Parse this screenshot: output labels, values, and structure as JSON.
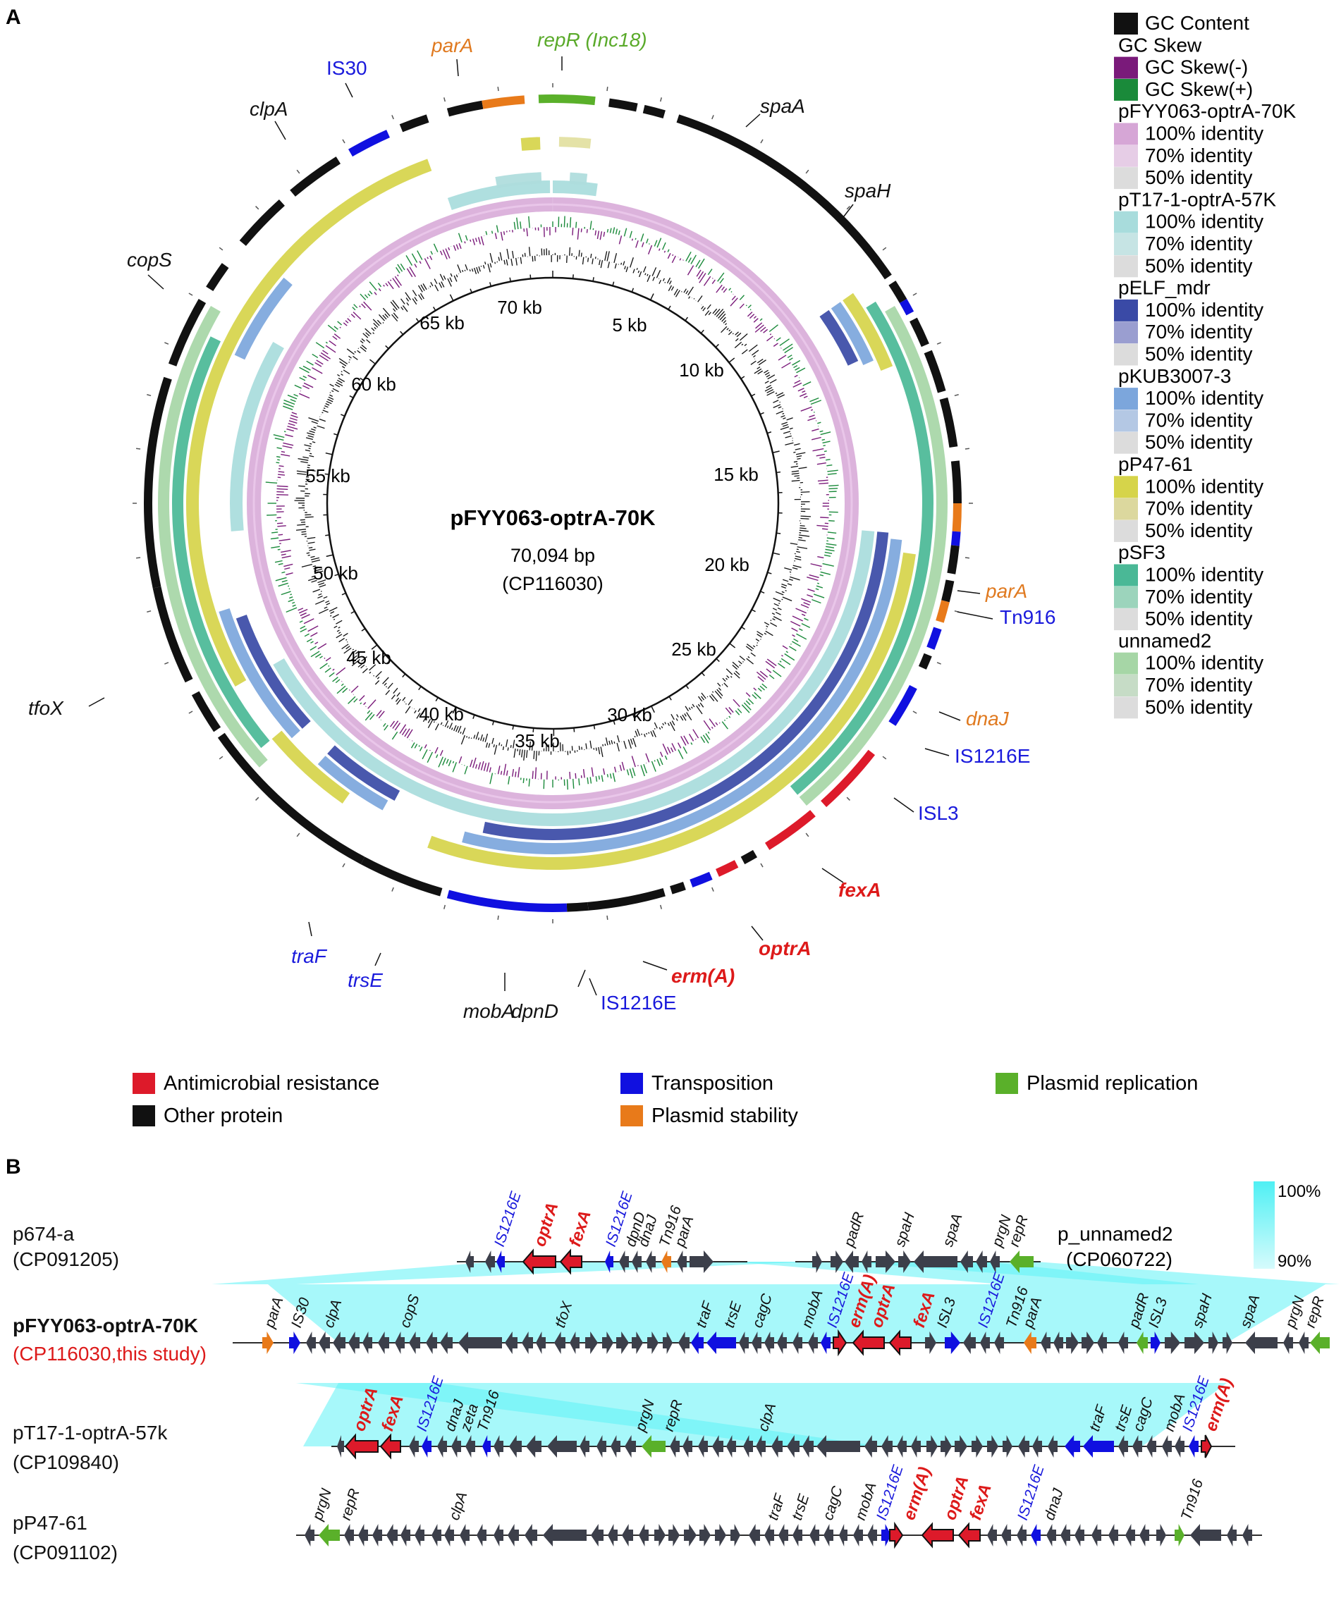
{
  "panel_a": {
    "letter": "A",
    "title": "pFYY063-optrA-70K",
    "length": "70,094 bp",
    "accession": "(CP116030)",
    "kb_labels": [
      "70 kb",
      "5 kb",
      "10 kb",
      "15 kb",
      "20 kb",
      "25 kb",
      "30 kb",
      "35 kb",
      "40 kb",
      "45 kb",
      "50 kb",
      "55 kb",
      "60 kb",
      "65 kb"
    ],
    "gene_labels": [
      {
        "text": "repR",
        "suffix": " (Inc18)",
        "color": "#5aaa2a",
        "italic": true
      },
      {
        "text": "parA",
        "suffix": "",
        "color": "#e07a20",
        "italic": true
      },
      {
        "text": "IS30",
        "suffix": "",
        "color": "#1a1adc",
        "italic": false
      },
      {
        "text": "clpA",
        "suffix": "",
        "color": "#111111",
        "italic": true
      },
      {
        "text": "spaA",
        "suffix": "",
        "color": "#111111",
        "italic": true
      },
      {
        "text": "spaH",
        "suffix": "",
        "color": "#111111",
        "italic": true
      },
      {
        "text": "copS",
        "suffix": "",
        "color": "#111111",
        "italic": true
      },
      {
        "text": "parA",
        "suffix": "",
        "color": "#e07a20",
        "italic": true
      },
      {
        "text": "Tn916",
        "suffix": "",
        "color": "#1a1adc",
        "italic": false
      },
      {
        "text": "dnaJ",
        "suffix": "",
        "color": "#e07a20",
        "italic": true
      },
      {
        "text": "IS1216E",
        "suffix": "",
        "color": "#1a1adc",
        "italic": false
      },
      {
        "text": "ISL3",
        "suffix": "",
        "color": "#1a1adc",
        "italic": false
      },
      {
        "text": "fexA",
        "suffix": "",
        "color": "#dd1a1a",
        "italic": true
      },
      {
        "text": "optrA",
        "suffix": "",
        "color": "#dd1a1a",
        "italic": true
      },
      {
        "text": "erm(A)",
        "suffix": "",
        "color": "#dd1a1a",
        "italic": true
      },
      {
        "text": "IS1216E",
        "suffix": "",
        "color": "#1a1adc",
        "italic": false
      },
      {
        "text": "dpnD",
        "suffix": "",
        "color": "#111111",
        "italic": true
      },
      {
        "text": "mobA",
        "suffix": "",
        "color": "#111111",
        "italic": true
      },
      {
        "text": "trsE",
        "suffix": "",
        "color": "#1a1adc",
        "italic": true
      },
      {
        "text": "traF",
        "suffix": "",
        "color": "#1a1adc",
        "italic": true
      },
      {
        "text": "tfoX",
        "suffix": "",
        "color": "#111111",
        "italic": true
      }
    ],
    "legend": [
      {
        "type": "item",
        "label": "GC Content",
        "color": "#111111"
      },
      {
        "type": "header",
        "label": "GC Skew"
      },
      {
        "type": "item",
        "label": "GC Skew(-)",
        "color": "#7a1a7a"
      },
      {
        "type": "item",
        "label": "GC Skew(+)",
        "color": "#1a8a3a"
      },
      {
        "type": "header",
        "label": "pFYY063-optrA-70K"
      },
      {
        "type": "item",
        "label": "100% identity",
        "color": "#d6a6d6"
      },
      {
        "type": "item",
        "label": "70% identity",
        "color": "#e6cde6"
      },
      {
        "type": "item",
        "label": "50% identity",
        "color": "#dcdcdc"
      },
      {
        "type": "header",
        "label": "pT17-1-optrA-57K"
      },
      {
        "type": "item",
        "label": "100% identity",
        "color": "#a8dcdc"
      },
      {
        "type": "item",
        "label": "70% identity",
        "color": "#c6e4e4"
      },
      {
        "type": "item",
        "label": "50% identity",
        "color": "#dcdcdc"
      },
      {
        "type": "header",
        "label": "pELF_mdr"
      },
      {
        "type": "item",
        "label": "100% identity",
        "color": "#3a4aa6"
      },
      {
        "type": "item",
        "label": "70% identity",
        "color": "#9a9ed0"
      },
      {
        "type": "item",
        "label": "50% identity",
        "color": "#dcdcdc"
      },
      {
        "type": "header",
        "label": "pKUB3007-3"
      },
      {
        "type": "item",
        "label": "100% identity",
        "color": "#7ca6dc"
      },
      {
        "type": "item",
        "label": "70% identity",
        "color": "#b4c8e4"
      },
      {
        "type": "item",
        "label": "50% identity",
        "color": "#dcdcdc"
      },
      {
        "type": "header",
        "label": "pP47-61"
      },
      {
        "type": "item",
        "label": "100% identity",
        "color": "#d6d44a"
      },
      {
        "type": "item",
        "label": "70% identity",
        "color": "#dcd89e"
      },
      {
        "type": "item",
        "label": "50% identity",
        "color": "#dcdcdc"
      },
      {
        "type": "header",
        "label": "pSF3"
      },
      {
        "type": "item",
        "label": "100% identity",
        "color": "#4ab896"
      },
      {
        "type": "item",
        "label": "70% identity",
        "color": "#9cd4bc"
      },
      {
        "type": "item",
        "label": "50% identity",
        "color": "#dcdcdc"
      },
      {
        "type": "header",
        "label": "unnamed2"
      },
      {
        "type": "item",
        "label": "100% identity",
        "color": "#a6d6a6"
      },
      {
        "type": "item",
        "label": "70% identity",
        "color": "#c6dcc6"
      },
      {
        "type": "item",
        "label": "50% identity",
        "color": "#dcdcdc"
      }
    ],
    "categories": [
      {
        "label": "Antimicrobial resistance",
        "color": "#dd1a2a"
      },
      {
        "label": "Other protein",
        "color": "#111111"
      },
      {
        "label": "Transposition",
        "color": "#1010e0"
      },
      {
        "label": "Plasmid stability",
        "color": "#e87a1a"
      },
      {
        "label": "Plasmid replication",
        "color": "#5ab02a"
      }
    ]
  },
  "panel_b": {
    "letter": "B",
    "scale_max": "100%",
    "scale_min": "90%",
    "tracks": [
      {
        "name": "p674-a",
        "accession": "(CP091205)",
        "name_color": "#111111",
        "acc_color": "#111111",
        "bold": false
      },
      {
        "name": "pFYY063-optrA-70K",
        "accession": "(CP116030,this study)",
        "name_color": "#111111",
        "acc_color": "#dd1a1a",
        "bold": true
      },
      {
        "name": "pT17-1-optrA-57k",
        "accession": "(CP109840)",
        "name_color": "#111111",
        "acc_color": "#111111",
        "bold": false
      },
      {
        "name": "pP47-61",
        "accession": "(CP091102)",
        "name_color": "#111111",
        "acc_color": "#111111",
        "bold": false
      }
    ],
    "extra_track_label": {
      "name": "p_unnamed2",
      "accession": "(CP060722)"
    },
    "row1_labels": [
      {
        "text": "IS1216E",
        "color": "#1a1adc",
        "bold": false
      },
      {
        "text": "optrA",
        "color": "#dd1a1a",
        "bold": true
      },
      {
        "text": "fexA",
        "color": "#dd1a1a",
        "bold": true
      },
      {
        "text": "IS1216E",
        "color": "#1a1adc",
        "bold": false
      },
      {
        "text": "dpnD",
        "color": "#111111",
        "bold": false
      },
      {
        "text": "dnaJ",
        "color": "#111111",
        "bold": false
      },
      {
        "text": "Tn916",
        "color": "#111111",
        "bold": false
      },
      {
        "text": "parA",
        "color": "#111111",
        "bold": false
      },
      {
        "text": "padR",
        "color": "#111111",
        "bold": false
      },
      {
        "text": "spaH",
        "color": "#111111",
        "bold": false
      },
      {
        "text": "spaA",
        "color": "#111111",
        "bold": false
      },
      {
        "text": "prgN",
        "color": "#111111",
        "bold": false
      },
      {
        "text": "repR",
        "color": "#111111",
        "bold": false
      }
    ],
    "row2_labels": [
      {
        "text": "parA",
        "color": "#111111",
        "bold": false
      },
      {
        "text": "IS30",
        "color": "#111111",
        "bold": false
      },
      {
        "text": "clpA",
        "color": "#111111",
        "bold": false
      },
      {
        "text": "copS",
        "color": "#111111",
        "bold": false
      },
      {
        "text": "tfoX",
        "color": "#111111",
        "bold": false
      },
      {
        "text": "traF",
        "color": "#111111",
        "bold": false
      },
      {
        "text": "trsE",
        "color": "#111111",
        "bold": false
      },
      {
        "text": "cagC",
        "color": "#111111",
        "bold": false
      },
      {
        "text": "mobA",
        "color": "#111111",
        "bold": false
      },
      {
        "text": "IS1216E",
        "color": "#1a1adc",
        "bold": false
      },
      {
        "text": "erm(A)",
        "color": "#dd1a1a",
        "bold": true
      },
      {
        "text": "optrA",
        "color": "#dd1a1a",
        "bold": true
      },
      {
        "text": "fexA",
        "color": "#dd1a1a",
        "bold": true
      },
      {
        "text": "ISL3",
        "color": "#111111",
        "bold": false
      },
      {
        "text": "IS1216E",
        "color": "#1a1adc",
        "bold": false
      },
      {
        "text": "Tn916",
        "color": "#111111",
        "bold": false
      },
      {
        "text": "parA",
        "color": "#111111",
        "bold": false
      },
      {
        "text": "padR",
        "color": "#111111",
        "bold": false
      },
      {
        "text": "ISL3",
        "color": "#111111",
        "bold": false
      },
      {
        "text": "spaH",
        "color": "#111111",
        "bold": false
      },
      {
        "text": "spaA",
        "color": "#111111",
        "bold": false
      },
      {
        "text": "prgN",
        "color": "#111111",
        "bold": false
      },
      {
        "text": "repR",
        "color": "#111111",
        "bold": false
      }
    ],
    "row3_labels": [
      {
        "text": "optrA",
        "color": "#dd1a1a",
        "bold": true
      },
      {
        "text": "fexA",
        "color": "#dd1a1a",
        "bold": true
      },
      {
        "text": "IS1216E",
        "color": "#1a1adc",
        "bold": false
      },
      {
        "text": "dnaJ",
        "color": "#111111",
        "bold": false
      },
      {
        "text": "zeta",
        "color": "#111111",
        "bold": false
      },
      {
        "text": "Tn916",
        "color": "#111111",
        "bold": false
      },
      {
        "text": "prgN",
        "color": "#111111",
        "bold": false
      },
      {
        "text": "repR",
        "color": "#111111",
        "bold": false
      },
      {
        "text": "clpA",
        "color": "#111111",
        "bold": false
      },
      {
        "text": "traF",
        "color": "#111111",
        "bold": false
      },
      {
        "text": "trsE",
        "color": "#111111",
        "bold": false
      },
      {
        "text": "cagC",
        "color": "#111111",
        "bold": false
      },
      {
        "text": "mobA",
        "color": "#111111",
        "bold": false
      },
      {
        "text": "IS1216E",
        "color": "#1a1adc",
        "bold": false
      },
      {
        "text": "erm(A)",
        "color": "#dd1a1a",
        "bold": true
      }
    ],
    "row4_labels": [
      {
        "text": "prgN",
        "color": "#111111",
        "bold": false
      },
      {
        "text": "repR",
        "color": "#111111",
        "bold": false
      },
      {
        "text": "clpA",
        "color": "#111111",
        "bold": false
      },
      {
        "text": "traF",
        "color": "#111111",
        "bold": false
      },
      {
        "text": "trsE",
        "color": "#111111",
        "bold": false
      },
      {
        "text": "cagC",
        "color": "#111111",
        "bold": false
      },
      {
        "text": "mobA",
        "color": "#111111",
        "bold": false
      },
      {
        "text": "IS1216E",
        "color": "#1a1adc",
        "bold": false
      },
      {
        "text": "erm(A)",
        "color": "#dd1a1a",
        "bold": true
      },
      {
        "text": "optrA",
        "color": "#dd1a1a",
        "bold": true
      },
      {
        "text": "fexA",
        "color": "#dd1a1a",
        "bold": true
      },
      {
        "text": "IS1216E",
        "color": "#1a1adc",
        "bold": false
      },
      {
        "text": "dnaJ",
        "color": "#111111",
        "bold": false
      },
      {
        "text": "Tn916",
        "color": "#111111",
        "bold": false
      }
    ]
  }
}
